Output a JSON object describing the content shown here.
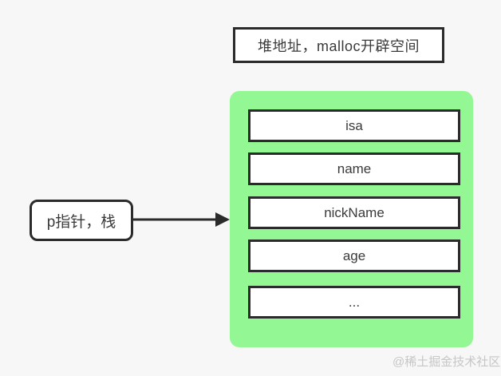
{
  "diagram": {
    "title_box": {
      "label": "堆地址，malloc开辟空间"
    },
    "pointer_box": {
      "label": "p指针，栈"
    },
    "heap_fields": [
      "isa",
      "name",
      "nickName",
      "age",
      "..."
    ],
    "watermark": "@稀土掘金技术社区"
  },
  "colors": {
    "background": "#f7f7f7",
    "heap_fill": "#93f893",
    "stroke": "#2b2b2b",
    "text": "#3a3a3a",
    "box_fill": "#ffffff",
    "watermark": "#c6c6c6"
  }
}
